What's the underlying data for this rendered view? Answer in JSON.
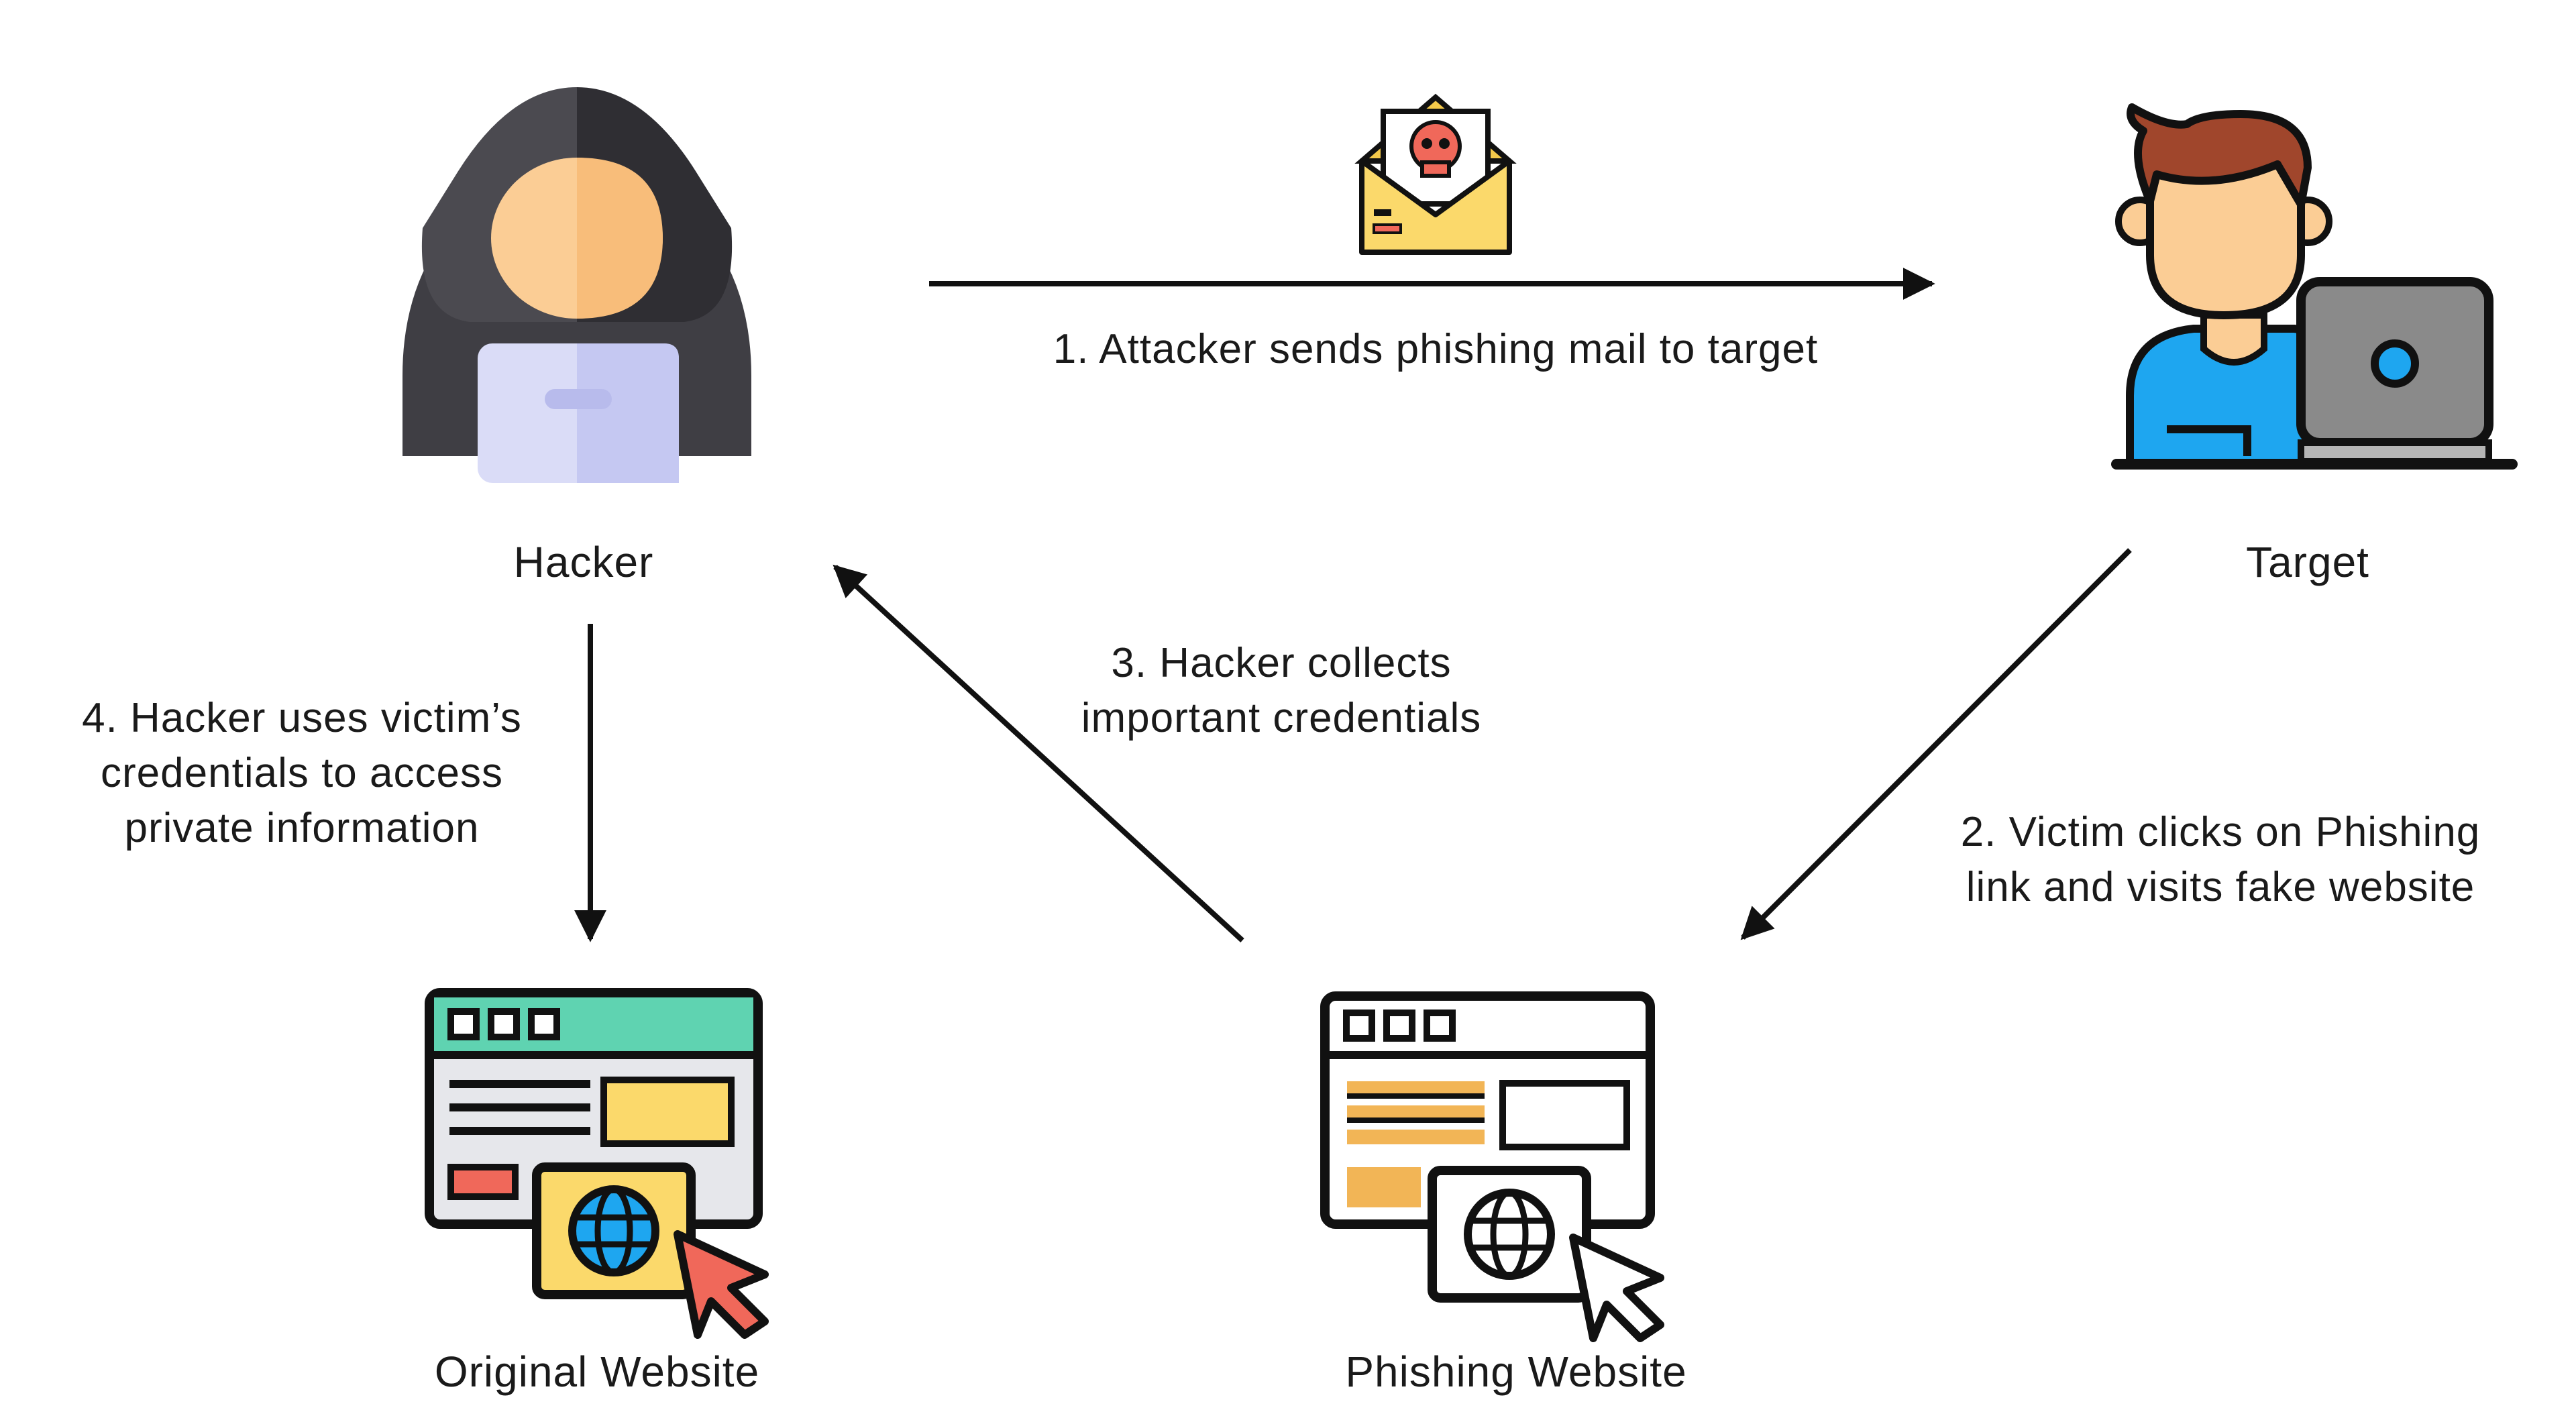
{
  "nodes": {
    "hacker": {
      "label": "Hacker",
      "icon": "hooded-hacker-icon"
    },
    "target": {
      "label": "Target",
      "icon": "user-with-laptop-icon"
    },
    "original_website": {
      "label": "Original Website",
      "icon": "browser-window-globe-icon"
    },
    "phishing_website": {
      "label": "Phishing Website",
      "icon": "browser-window-globe-icon"
    },
    "mail": {
      "icon": "phishing-envelope-skull-icon"
    }
  },
  "steps": {
    "s1": "1. Attacker sends phishing mail to target",
    "s2": "2. Victim clicks on Phishing\nlink and visits fake website",
    "s3": "3. Hacker collects\nimportant credentials",
    "s4": "4. Hacker uses victim’s\ncredentials to access\nprivate information"
  },
  "colors": {
    "line": "#111111",
    "hood": "#4b4a50",
    "skin": "#fbcd95",
    "shirt_blue": "#1ea6f0",
    "hair": "#a0462c",
    "laptop": "#8a8a8a",
    "green_bar": "#5fd3b1",
    "yellow": "#fbd96b",
    "red": "#f0685a",
    "orange": "#f2b556"
  }
}
